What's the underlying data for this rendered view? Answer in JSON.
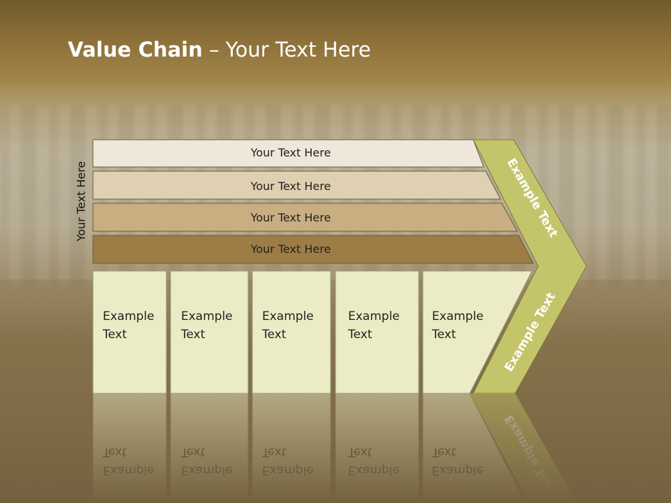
{
  "slide": {
    "title_bold": "Value Chain",
    "title_rest": " – Your Text Here",
    "side_label": "Your Text Here",
    "bars": [
      {
        "label": "Your Text Here",
        "fill": "#eee7da"
      },
      {
        "label": "Your Text Here",
        "fill": "#ded0b0"
      },
      {
        "label": "Your Text Here",
        "fill": "#c8ae80"
      },
      {
        "label": "Your Text Here",
        "fill": "#9d7c45"
      }
    ],
    "boxes": [
      {
        "line1": "Example",
        "line2": "Text"
      },
      {
        "line1": "Example",
        "line2": "Text"
      },
      {
        "line1": "Example",
        "line2": "Text"
      },
      {
        "line1": "Example",
        "line2": "Text"
      },
      {
        "line1": "Example",
        "line2": "Text"
      }
    ],
    "chevron_top_label": "Example Text",
    "chevron_bottom_label": "Example Text",
    "colors": {
      "box_fill": "#ebebc5",
      "chevron_fill": "#c4c56a",
      "bar_stroke": "#6b5a3a"
    }
  }
}
